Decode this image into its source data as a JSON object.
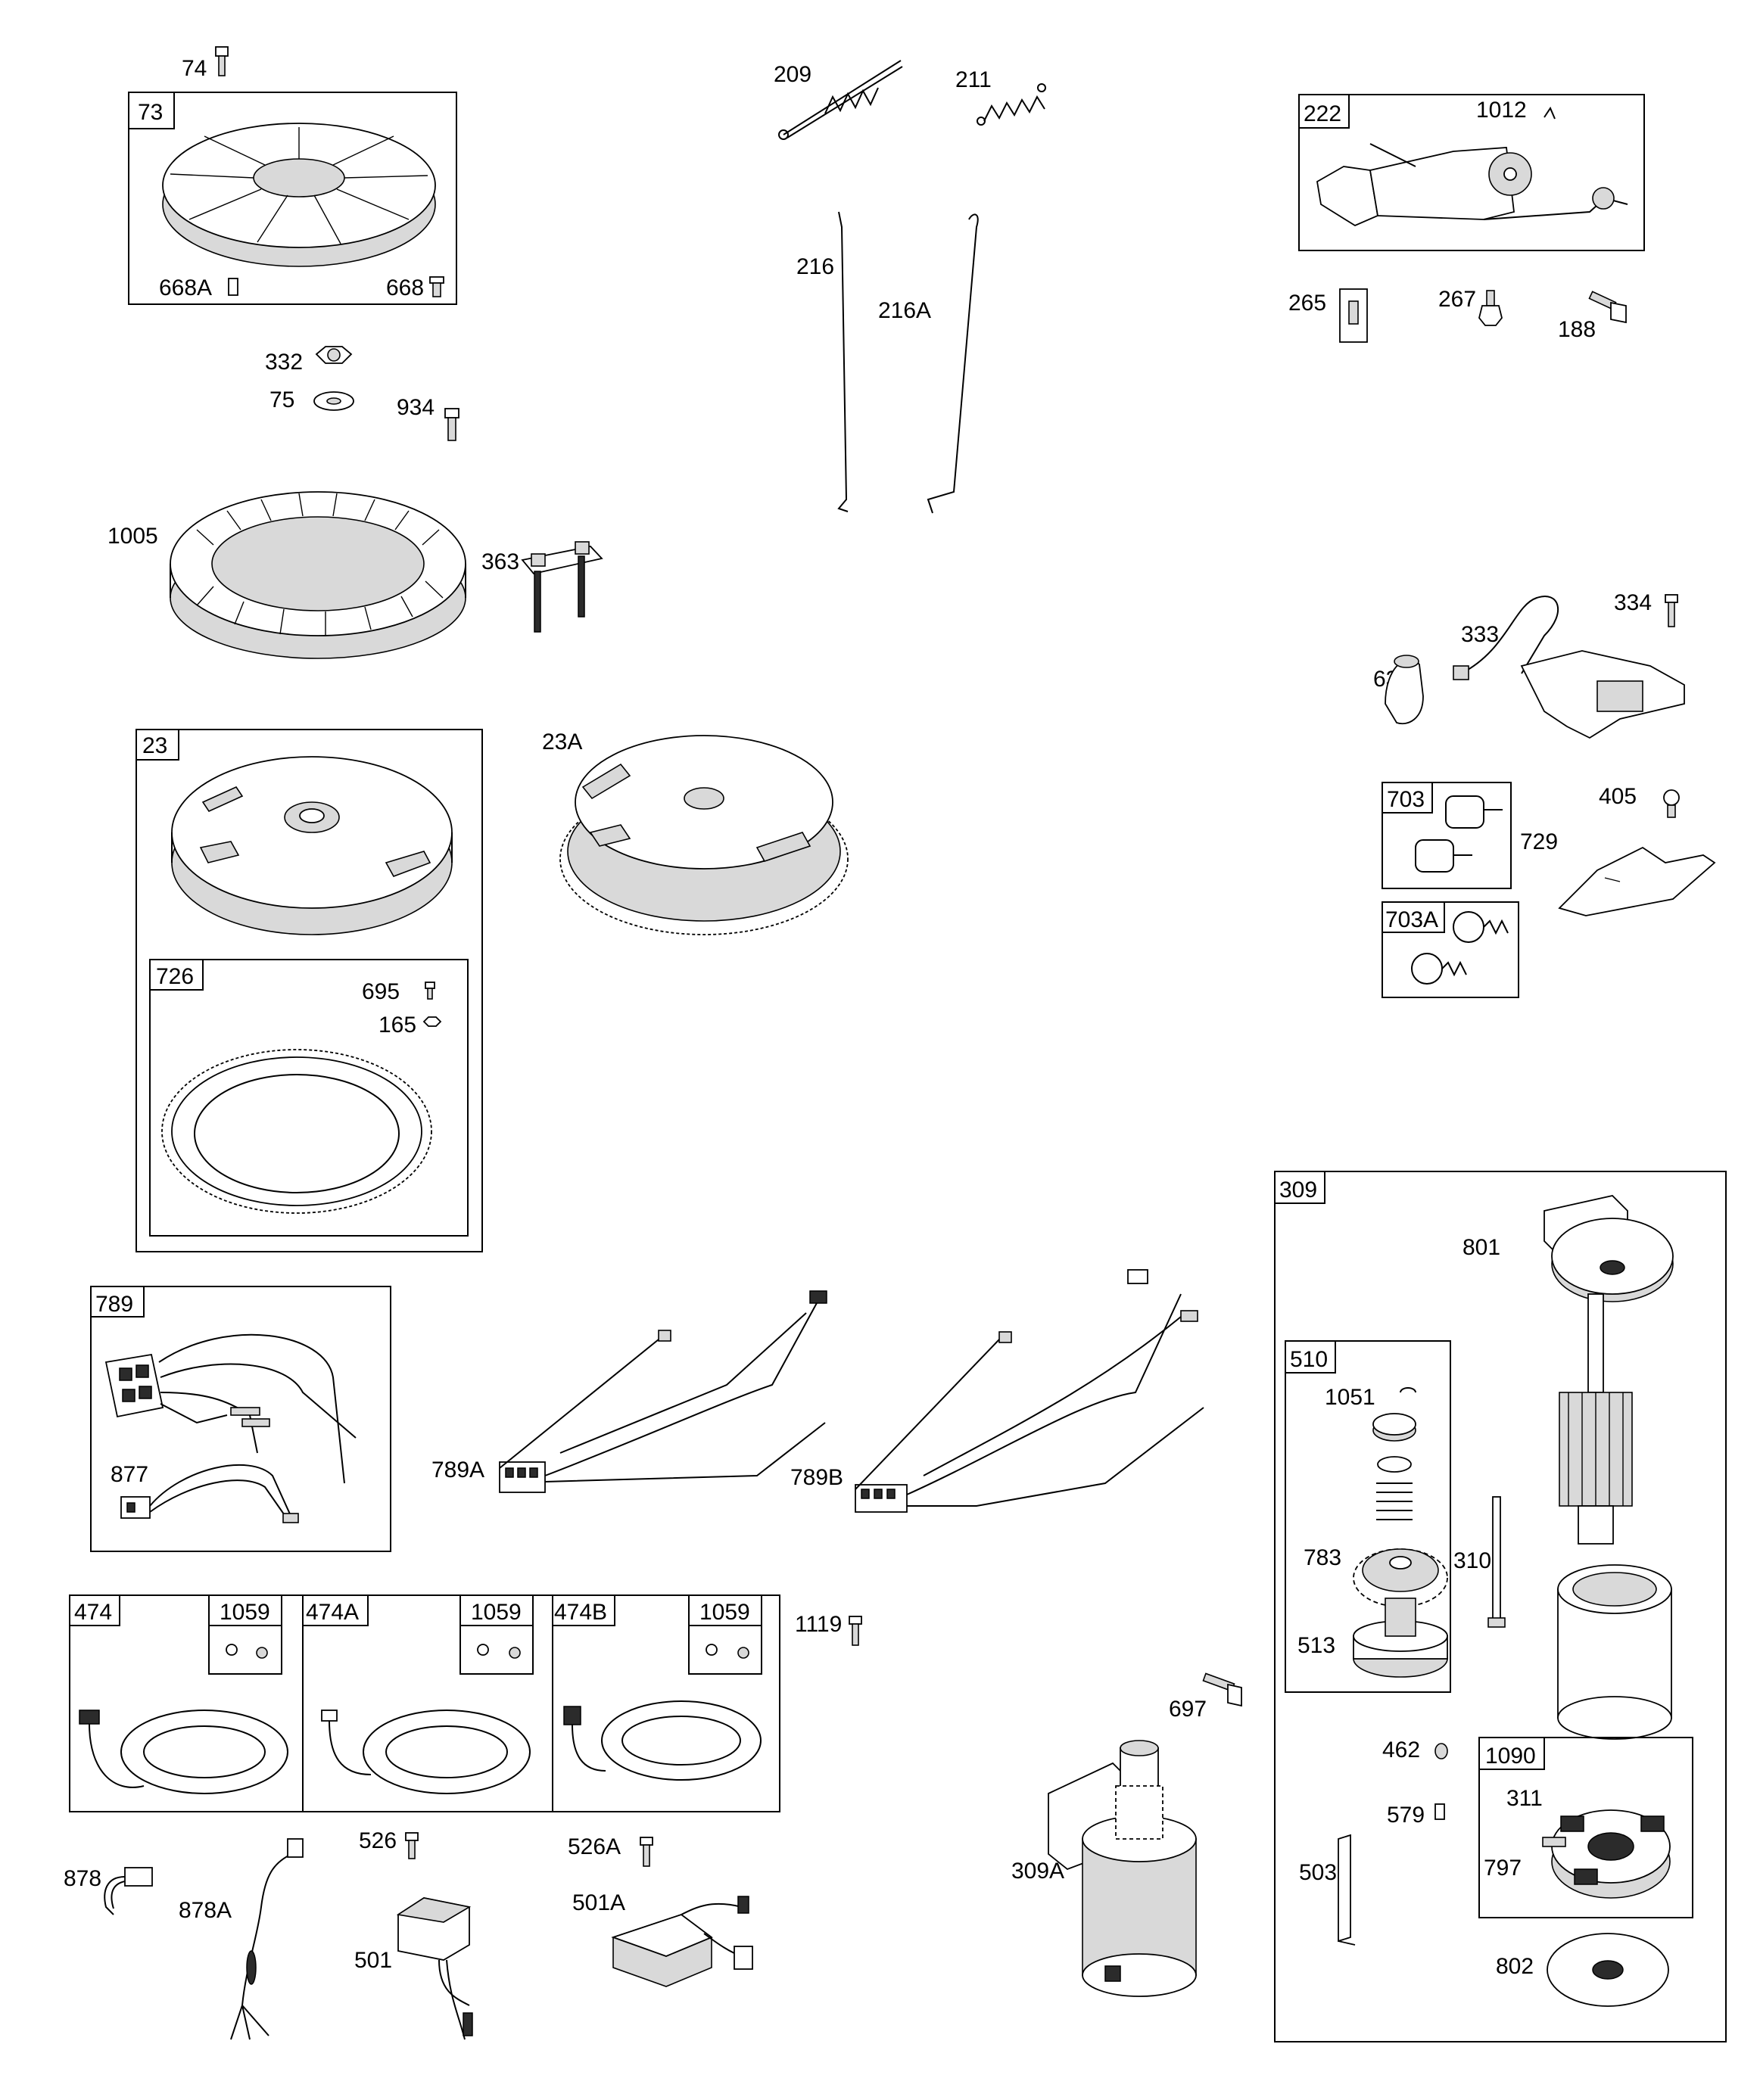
{
  "labels": {
    "p74": "74",
    "p73": "73",
    "p668A": "668A",
    "p668": "668",
    "p332": "332",
    "p75": "75",
    "p934": "934",
    "p1005": "1005",
    "p363": "363",
    "p23": "23",
    "p23A": "23A",
    "p726": "726",
    "p695": "695",
    "p165": "165",
    "p209": "209",
    "p211": "211",
    "p216": "216",
    "p216A": "216A",
    "p222": "222",
    "p1012": "1012",
    "p265": "265",
    "p267": "267",
    "p188": "188",
    "p334": "334",
    "p333": "333",
    "p635": "635",
    "p703": "703",
    "p405": "405",
    "p729": "729",
    "p703A": "703A",
    "p789": "789",
    "p877": "877",
    "p789A": "789A",
    "p789B": "789B",
    "p309": "309",
    "p801": "801",
    "p510": "510",
    "p1051": "1051",
    "p783": "783",
    "p310": "310",
    "p513": "513",
    "p462": "462",
    "p1090": "1090",
    "p311": "311",
    "p579": "579",
    "p797": "797",
    "p503": "503",
    "p802": "802",
    "p474": "474",
    "p474A": "474A",
    "p474B": "474B",
    "p1059a": "1059",
    "p1059b": "1059",
    "p1059c": "1059",
    "p1119": "1119",
    "p697": "697",
    "p309A": "309A",
    "p878": "878",
    "p878A": "878A",
    "p526": "526",
    "p526A": "526A",
    "p501": "501",
    "p501A": "501A"
  }
}
